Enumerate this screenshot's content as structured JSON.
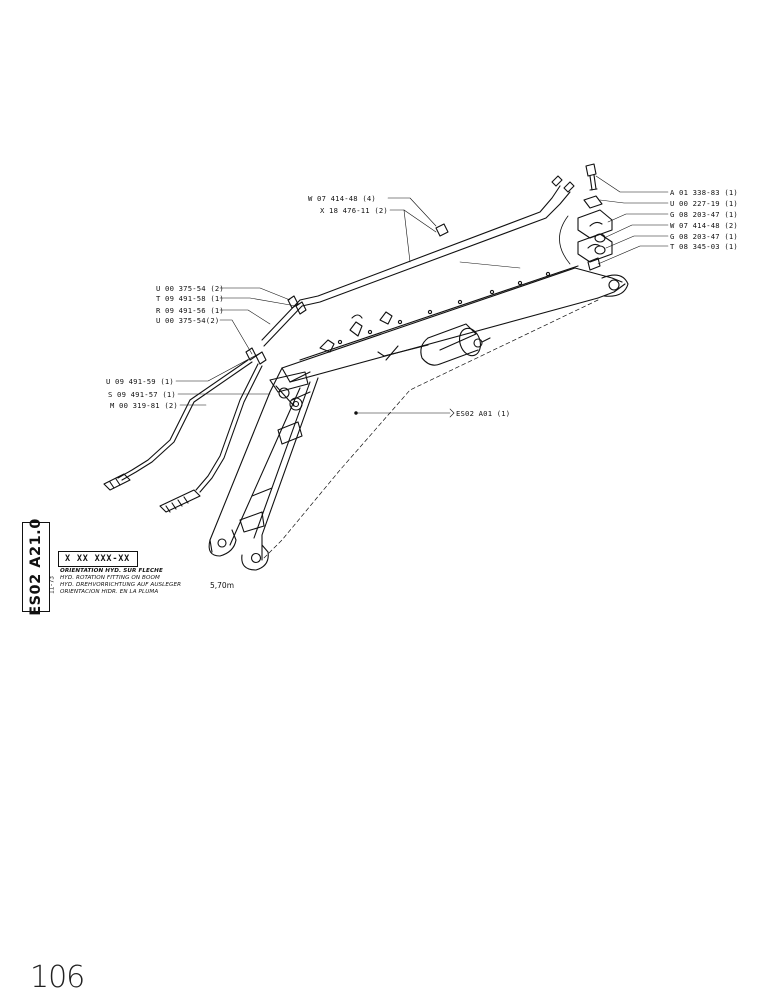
{
  "part_labels": {
    "w_07_414_48_4": "W 07 414-48 (4)",
    "x_18_476_11_2": "X 18 476-11 (2)",
    "u_00_375_54_2_a": "U 00 375-54 (2)",
    "t_09_491_58_1": "T 09 491-58 (1)",
    "r_09_491_56_1": "R 09 491-56 (1)",
    "u_00_375_54_2_b": "U 00 375-54(2)",
    "u_09_491_59_1": "U 09 491-59 (1)",
    "s_09_491_57_1": "S 09 491-57 (1)",
    "m_00_319_81_2": "M 00 319-81 (2)",
    "a_01_338_83_1": "A 01 338-83 (1)",
    "u_00_227_19_1": "U 00 227-19 (1)",
    "g_08_203_47_1_a": "G 08 203-47 (1)",
    "w_07_414_48_2": "W 07 414-48 (2)",
    "g_08_203_47_1_b": "G 08 203-47 (1)",
    "t_08_345_03_1": "T 08 345-03 (1)",
    "es02_a01_1": "ES02  A01  (1)"
  },
  "section_code": "ES02 A21.0",
  "date_code": "11-73",
  "title_block": {
    "part_number": "X XX XXX-XX",
    "desc_fr": "ORIENTATION HYD. SUR FLECHE",
    "desc_en": "HYD. ROTATION FITTING ON BOOM",
    "desc_de": "HYD. DREHVORRICHTUNG AUF AUSLEGER",
    "desc_es": "ORIENTACION HIDR. EN LA PLUMA",
    "length": "5,70m"
  },
  "page_number": "106"
}
